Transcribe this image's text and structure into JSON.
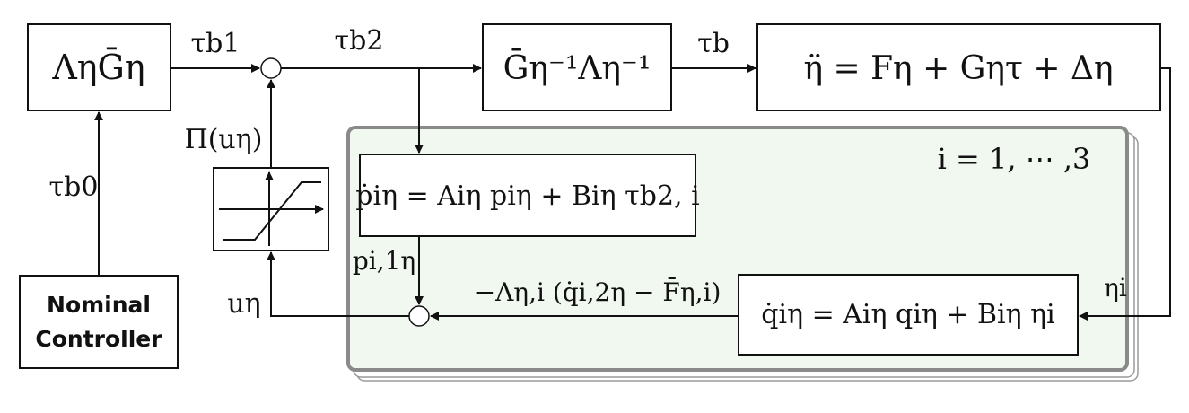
{
  "blocks": {
    "gain_block": "ΛηḠη",
    "inverse_block": "Ḡη⁻¹Λη⁻¹",
    "plant_block": "η̈ = Fη + Gητ + Δη",
    "nominal_controller": [
      "Nominal",
      "Controller"
    ],
    "observer_p": "ṗiη = Aiη piη + Biη τb2, i",
    "observer_q": "q̇iη = Aiη qiη + Biη ηi",
    "index_range": "i = 1, ⋯ ,3"
  },
  "signals": {
    "tau_b0": "τb0",
    "tau_b1": "τb1",
    "tau_b2": "τb2",
    "tau_b": "τb",
    "pi_u": "Π(uη)",
    "u_eta": "uη",
    "p_i1": "pi,1η",
    "feedback": "−Λη,i (q̇i,2η − F̄η,i)",
    "eta_i": "ηi"
  },
  "colors": {
    "panel_fill": "#f1f8ef",
    "panel_border": "#8a8a8a",
    "line": "#111111"
  }
}
